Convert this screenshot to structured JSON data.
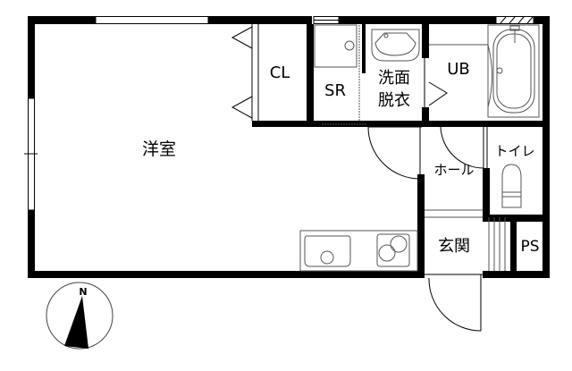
{
  "floorplan": {
    "rooms": {
      "western_room": "洋室",
      "closet": "CL",
      "storage_room": "SR",
      "washroom_line1": "洗面",
      "washroom_line2": "脱衣",
      "unit_bath": "UB",
      "hall": "ホール",
      "toilet": "トイレ",
      "entrance": "玄関",
      "pipe_space": "PS"
    },
    "compass": {
      "label": "N"
    },
    "colors": {
      "wall": "#000000",
      "fixture": "#555555",
      "background": "#ffffff"
    }
  }
}
